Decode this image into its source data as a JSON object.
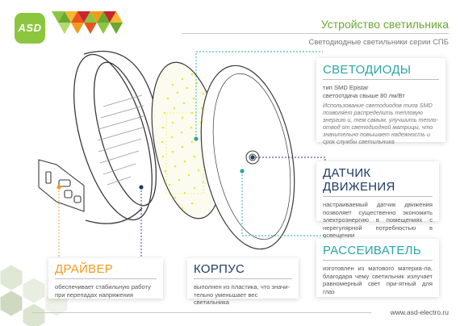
{
  "brand": {
    "logo_text": "ASD"
  },
  "header": {
    "title": "Устройство светильника",
    "subtitle": "Светодиодные светильники серии СПБ"
  },
  "callouts": {
    "leds": {
      "title": "СВЕТОДИОДЫ",
      "lines": [
        "тип SMD Epistar",
        "светоотдача свыше 80 лм/Вт"
      ],
      "note": "Использование светодиодов типа SMD позволяет распределить тепловую энергию и, тем самым, улучшить тепло-отвод от светодиодной матрицы, что значительно повышает надежность и срок службы светильника"
    },
    "motion_sensor": {
      "title": "ДАТЧИК ДВИЖЕНИЯ",
      "text": "настраиваемый датчик движения позволяет существенно экономить электроэнергию в помещениях с нерегулярной потребностью в освещении"
    },
    "diffuser": {
      "title": "РАССЕИВАТЕЛЬ",
      "text": "изготовлен из матового материа-ла, благодаря чему светильник излучает равномерный свет при-ятный для глаз"
    },
    "driver": {
      "title": "ДРАЙВЕР",
      "text": "обеспечивает стабильную работу при перепадах напряжения"
    },
    "housing": {
      "title": "КОРПУС",
      "text": "выполнен из пластика, что значи-тельно уменьшает вес светильника"
    }
  },
  "footer": {
    "url": "www.asd-electro.ru"
  },
  "colors": {
    "brand_green": "#8cc63f",
    "title_green": "#6aa832",
    "accent_orange": "#f39a1e",
    "accent_teal": "#2aa6a6",
    "accent_navy": "#1f3b63",
    "led_yellow": "#e3ea3a"
  }
}
